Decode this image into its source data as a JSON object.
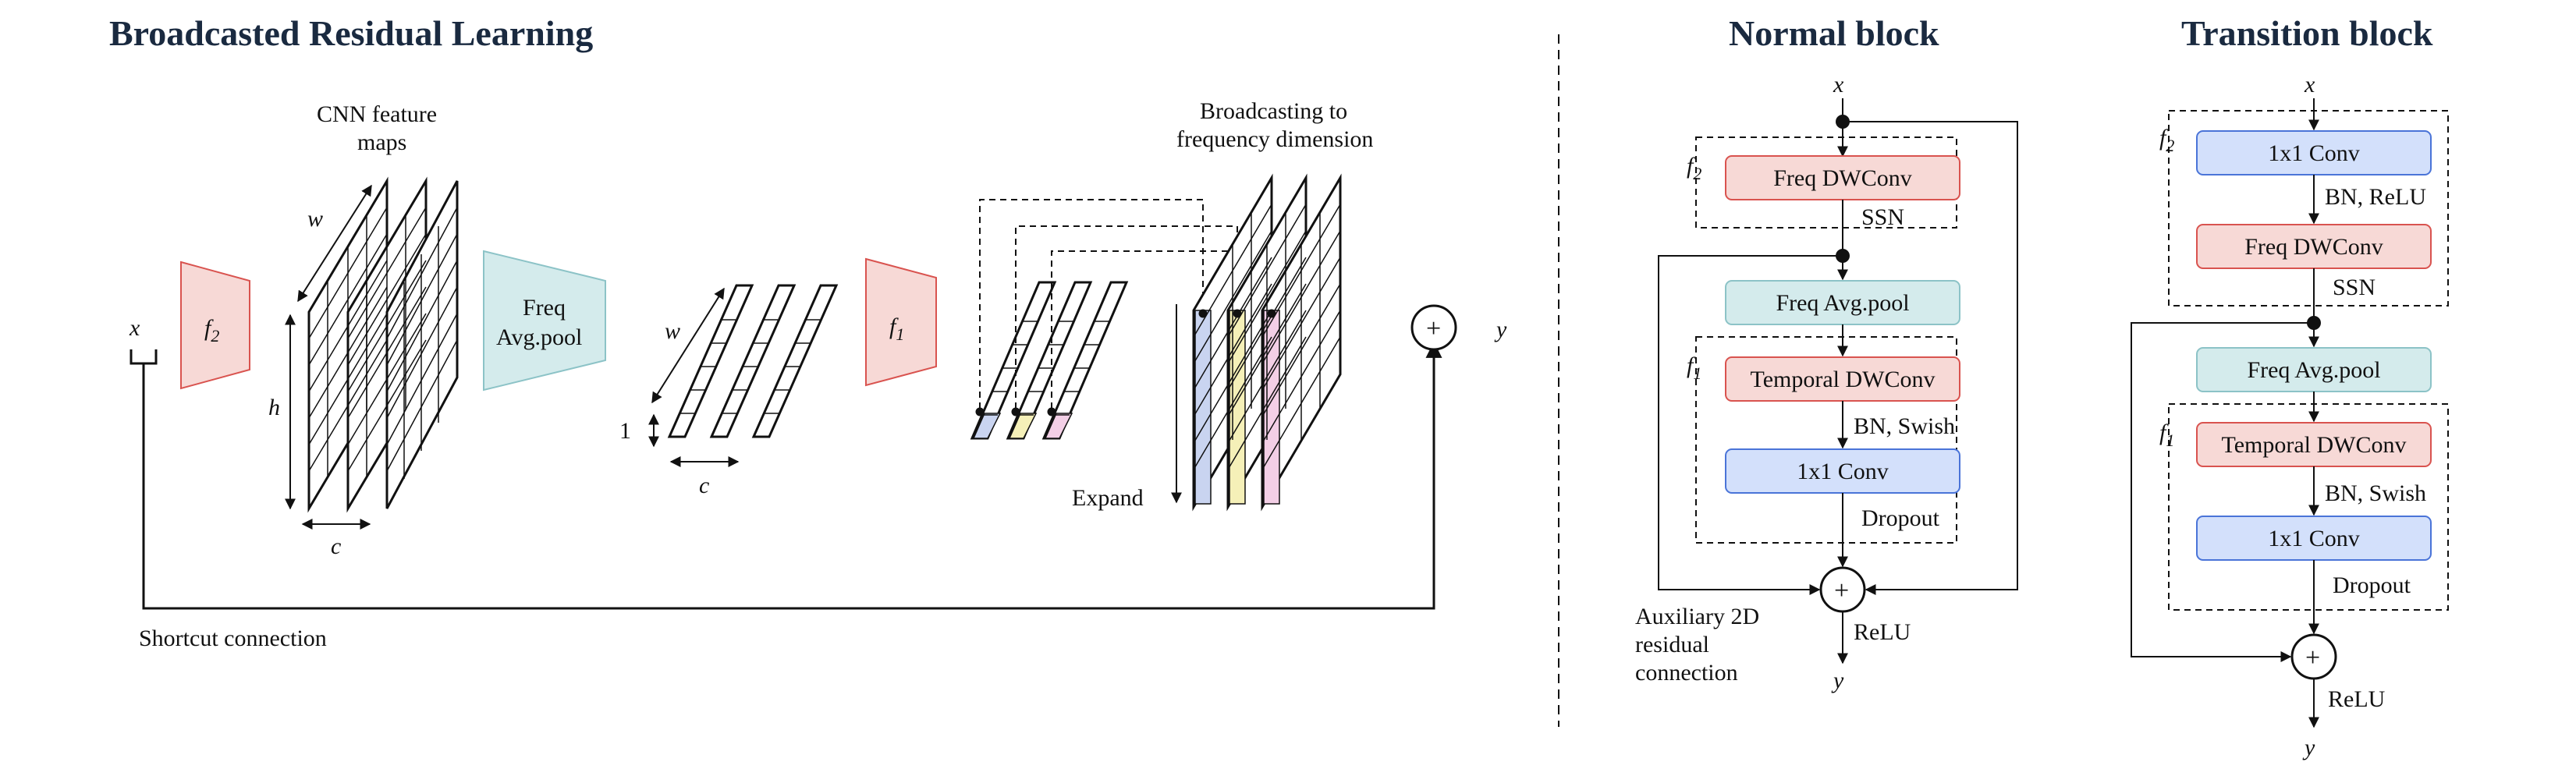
{
  "left": {
    "title": "Broadcasted Residual Learning",
    "x_label": "x",
    "y_label": "y",
    "f2": "f",
    "f2_sub": "2",
    "f1": "f",
    "f1_sub": "1",
    "cnn_caption_1": "CNN feature",
    "cnn_caption_2": "maps",
    "w1": "w",
    "h": "h",
    "c1": "c",
    "pool_1": "Freq",
    "pool_2": "Avg.pool",
    "w2": "w",
    "one": "1",
    "c2": "c",
    "broadcast_1": "Broadcasting to",
    "broadcast_2": "frequency dimension",
    "expand": "Expand",
    "plus": "+",
    "shortcut": "Shortcut connection"
  },
  "normal": {
    "title": "Normal block",
    "x_label": "x",
    "y_label": "y",
    "f2": "f",
    "f2_sub": "2",
    "f1": "f",
    "f1_sub": "1",
    "freq_dwconv": "Freq DWConv",
    "ssn": "SSN",
    "freq_pool": "Freq Avg.pool",
    "temporal_dwconv": "Temporal DWConv",
    "bn_swish": "BN, Swish",
    "conv1x1": "1x1 Conv",
    "dropout": "Dropout",
    "plus": "+",
    "relu": "ReLU",
    "aux_1": "Auxiliary 2D",
    "aux_2": "residual",
    "aux_3": "connection"
  },
  "transition": {
    "title": "Transition block",
    "x_label": "x",
    "y_label": "y",
    "f2": "f",
    "f2_sub": "2",
    "f1": "f",
    "f1_sub": "1",
    "conv1x1_top": "1x1 Conv",
    "bn_relu": "BN, ReLU",
    "freq_dwconv": "Freq DWConv",
    "ssn": "SSN",
    "freq_pool": "Freq Avg.pool",
    "temporal_dwconv": "Temporal DWConv",
    "bn_swish": "BN, Swish",
    "conv1x1": "1x1 Conv",
    "dropout": "Dropout",
    "plus": "+",
    "relu": "ReLU"
  },
  "colors": {
    "red_fill": "#f7d9d6",
    "red_stroke": "#d9534f",
    "blue_fill": "#d3e0fb",
    "blue_stroke": "#4a74d8",
    "teal_fill": "#d4ebec",
    "teal_stroke": "#8cc3c7",
    "purple_strip": "#c9d4f0",
    "yellow_strip": "#f5f0b8",
    "pink_strip": "#f3cfe6"
  }
}
